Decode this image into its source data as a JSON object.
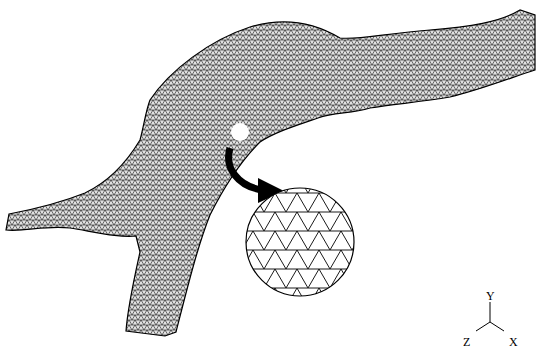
{
  "diagram": {
    "labels": [
      "Y",
      "Z",
      "X"
    ]
  }
}
